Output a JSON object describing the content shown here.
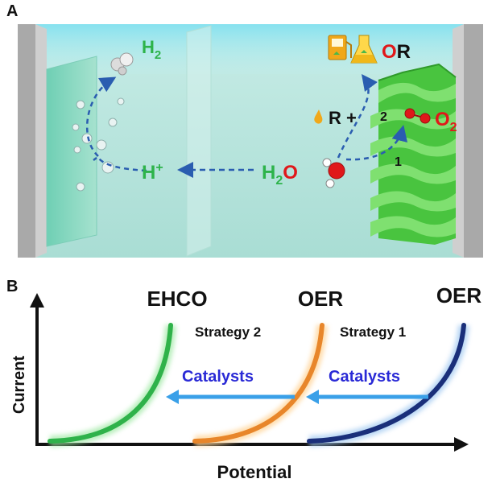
{
  "panel_a": {
    "label": "A",
    "h2": {
      "main": "H",
      "sub": "2"
    },
    "hplus": {
      "main": "H",
      "sup": "+"
    },
    "h2o": {
      "h": "H",
      "sub": "2",
      "o": "O"
    },
    "r_plus": "R +",
    "o2": {
      "main": "O",
      "sub": "2"
    },
    "or": {
      "o": "O",
      "r": "R"
    },
    "path_1": "1",
    "path_2": "2",
    "colors": {
      "green_text": "#2db34a",
      "red_text": "#e0181a",
      "arrow": "#2a5db0"
    }
  },
  "panel_b": {
    "label": "B",
    "xlabel": "Potential",
    "ylabel": "Current",
    "curve_labels": [
      "EHCO",
      "OER",
      "OER"
    ],
    "strategy_2": "Strategy 2",
    "strategy_1": "Strategy 1",
    "catalysts_left": "Catalysts",
    "catalysts_right": "Catalysts",
    "colors": {
      "ehco": "#2fb24a",
      "oer_mid": "#e8862a",
      "oer_right": "#1a2f7a",
      "catalysts_text": "#2a2ad6",
      "arrow": "#3aa0e8"
    }
  }
}
